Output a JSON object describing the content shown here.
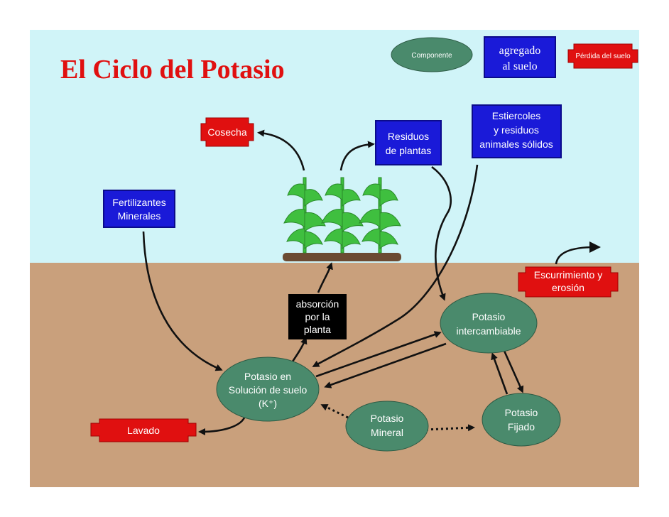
{
  "title": "El Ciclo del Potasio",
  "legend": {
    "component": "Componente",
    "added": [
      "agregado",
      "al suelo"
    ],
    "loss": "Pérdida del suelo"
  },
  "nodes": {
    "harvest": "Cosecha",
    "plant_residues": [
      "Residuos",
      "de plantas"
    ],
    "manure": [
      "Estiercoles",
      "y residuos",
      "animales sólidos"
    ],
    "fertilizers": [
      "Fertilizantes",
      "Minerales"
    ],
    "runoff": [
      "Escurrimiento y",
      "erosión"
    ],
    "uptake": [
      "absorción",
      "por la",
      "planta"
    ],
    "exchangeable": [
      "Potasio",
      "intercambiable"
    ],
    "solution": [
      "Potasio en",
      "Solución de suelo",
      "(K⁺)"
    ],
    "leaching": "Lavado",
    "mineral": [
      "Potasio",
      "Mineral"
    ],
    "fixed": [
      "Potasio",
      "Fijado"
    ]
  },
  "colors": {
    "sky": "#d0f4f8",
    "soil": "#c9a07c",
    "component": "#4a8a6c",
    "added": "#1a1ad8",
    "loss": "#e01010",
    "uptake_box": "#000000",
    "plant": "#3fbf3f",
    "plant_bed": "#6b4a32"
  }
}
